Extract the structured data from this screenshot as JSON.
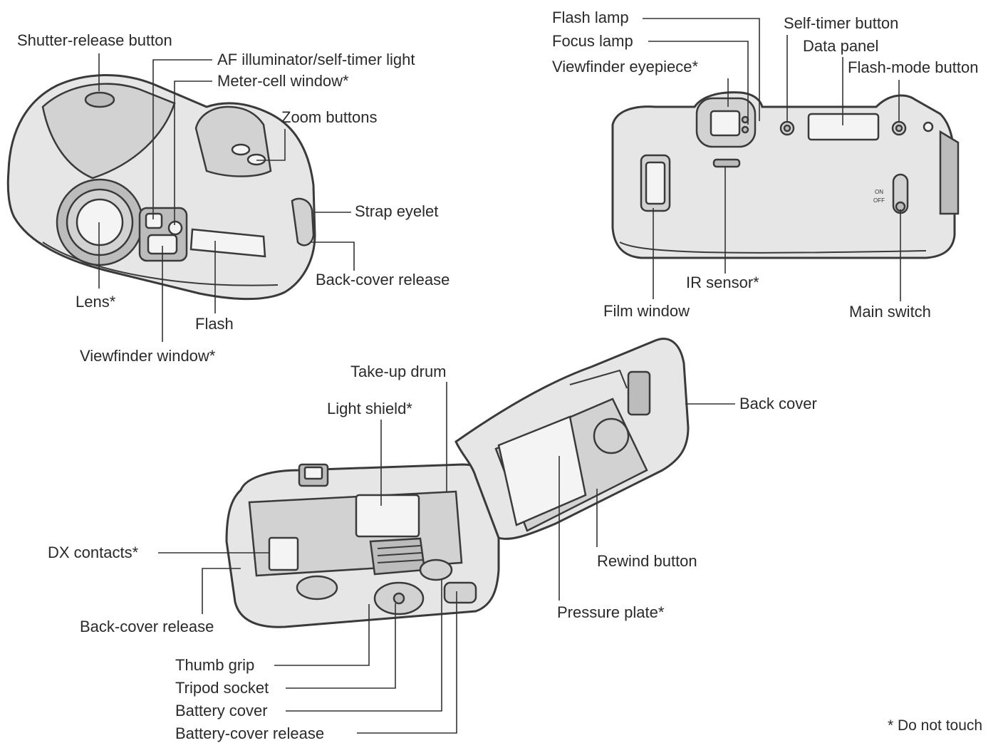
{
  "front_view": {
    "labels": {
      "shutter_release_button": "Shutter-release button",
      "af_illuminator": "AF illuminator/self-timer light",
      "meter_cell_window": "Meter-cell window*",
      "zoom_buttons": "Zoom buttons",
      "strap_eyelet": "Strap eyelet",
      "back_cover_release": "Back-cover release",
      "lens": "Lens*",
      "flash": "Flash",
      "viewfinder_window": "Viewfinder window*"
    }
  },
  "back_view": {
    "labels": {
      "flash_lamp": "Flash lamp",
      "focus_lamp": "Focus lamp",
      "viewfinder_eyepiece": "Viewfinder eyepiece*",
      "self_timer_button": "Self-timer button",
      "data_panel": "Data panel",
      "flash_mode_button": "Flash-mode button",
      "ir_sensor": "IR sensor*",
      "film_window": "Film window",
      "main_switch": "Main switch"
    },
    "switch_positions": [
      "ON",
      "OFF"
    ]
  },
  "open_view": {
    "labels": {
      "take_up_drum": "Take-up drum",
      "light_shield": "Light shield*",
      "back_cover": "Back cover",
      "dx_contacts": "DX contacts*",
      "rewind_button": "Rewind button",
      "back_cover_release": "Back-cover release",
      "pressure_plate": "Pressure plate*",
      "thumb_grip": "Thumb grip",
      "tripod_socket": "Tripod socket",
      "battery_cover": "Battery cover",
      "battery_cover_release": "Battery-cover release"
    }
  },
  "footnote": "* Do not touch"
}
